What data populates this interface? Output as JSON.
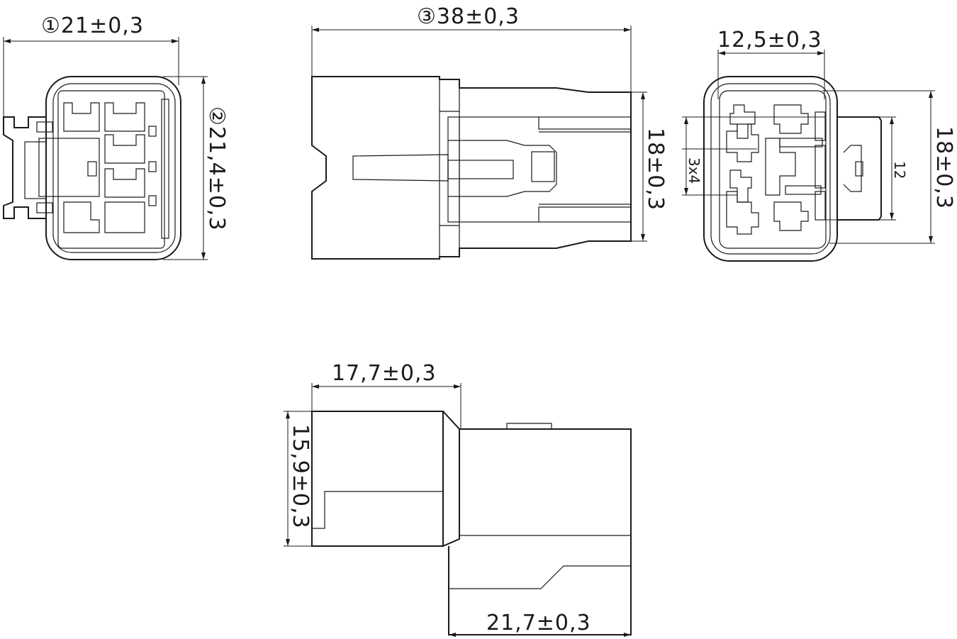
{
  "dimensions": {
    "front_width": "①21±0,3",
    "front_height": "②21,4±0,3",
    "side_length": "③38±0,3",
    "side_height": "18±0,3",
    "rear_width": "12,5±0,3",
    "rear_height": "18±0,3",
    "rear_pitch": "3x4",
    "rear_inner": "12",
    "top_left_length": "17,7±0,3",
    "top_left_height": "15,9±0,3",
    "top_right_length": "21,7±0,3"
  }
}
